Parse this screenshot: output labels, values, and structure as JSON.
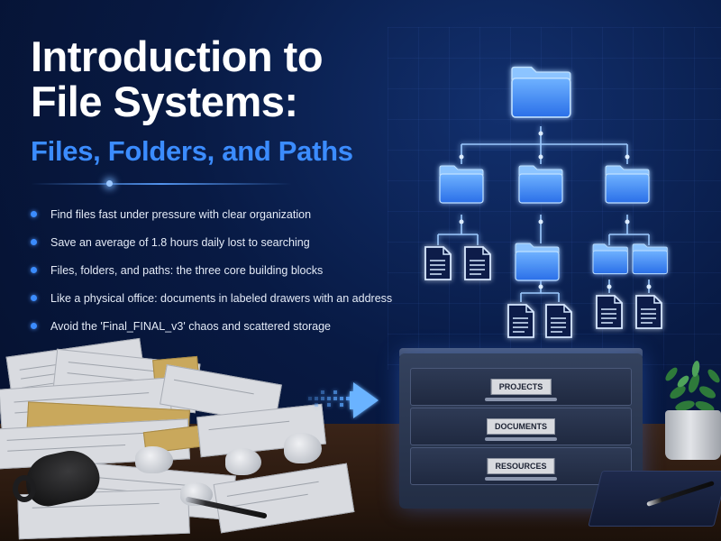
{
  "title": {
    "line1": "Introduction to",
    "line2": "File Systems:",
    "subtitle": "Files, Folders, and Paths"
  },
  "bullets": [
    "Find files fast under pressure with clear organization",
    "Save an average of 1.8 hours daily lost to searching",
    "Files, folders, and paths: the three core building blocks",
    "Like a physical office: documents in labeled drawers with an address",
    "Avoid the 'Final_FINAL_v3' chaos and scattered storage"
  ],
  "cabinet": {
    "drawers": [
      "PROJECTS",
      "DOCUMENTS",
      "RESOURCES"
    ]
  },
  "colors": {
    "accent": "#3b8cff",
    "background": "#081a44",
    "folder_glow": "#4a9cff"
  },
  "icons": {
    "folder": "folder-icon",
    "document": "document-icon",
    "arrow": "arrow-right-icon"
  }
}
